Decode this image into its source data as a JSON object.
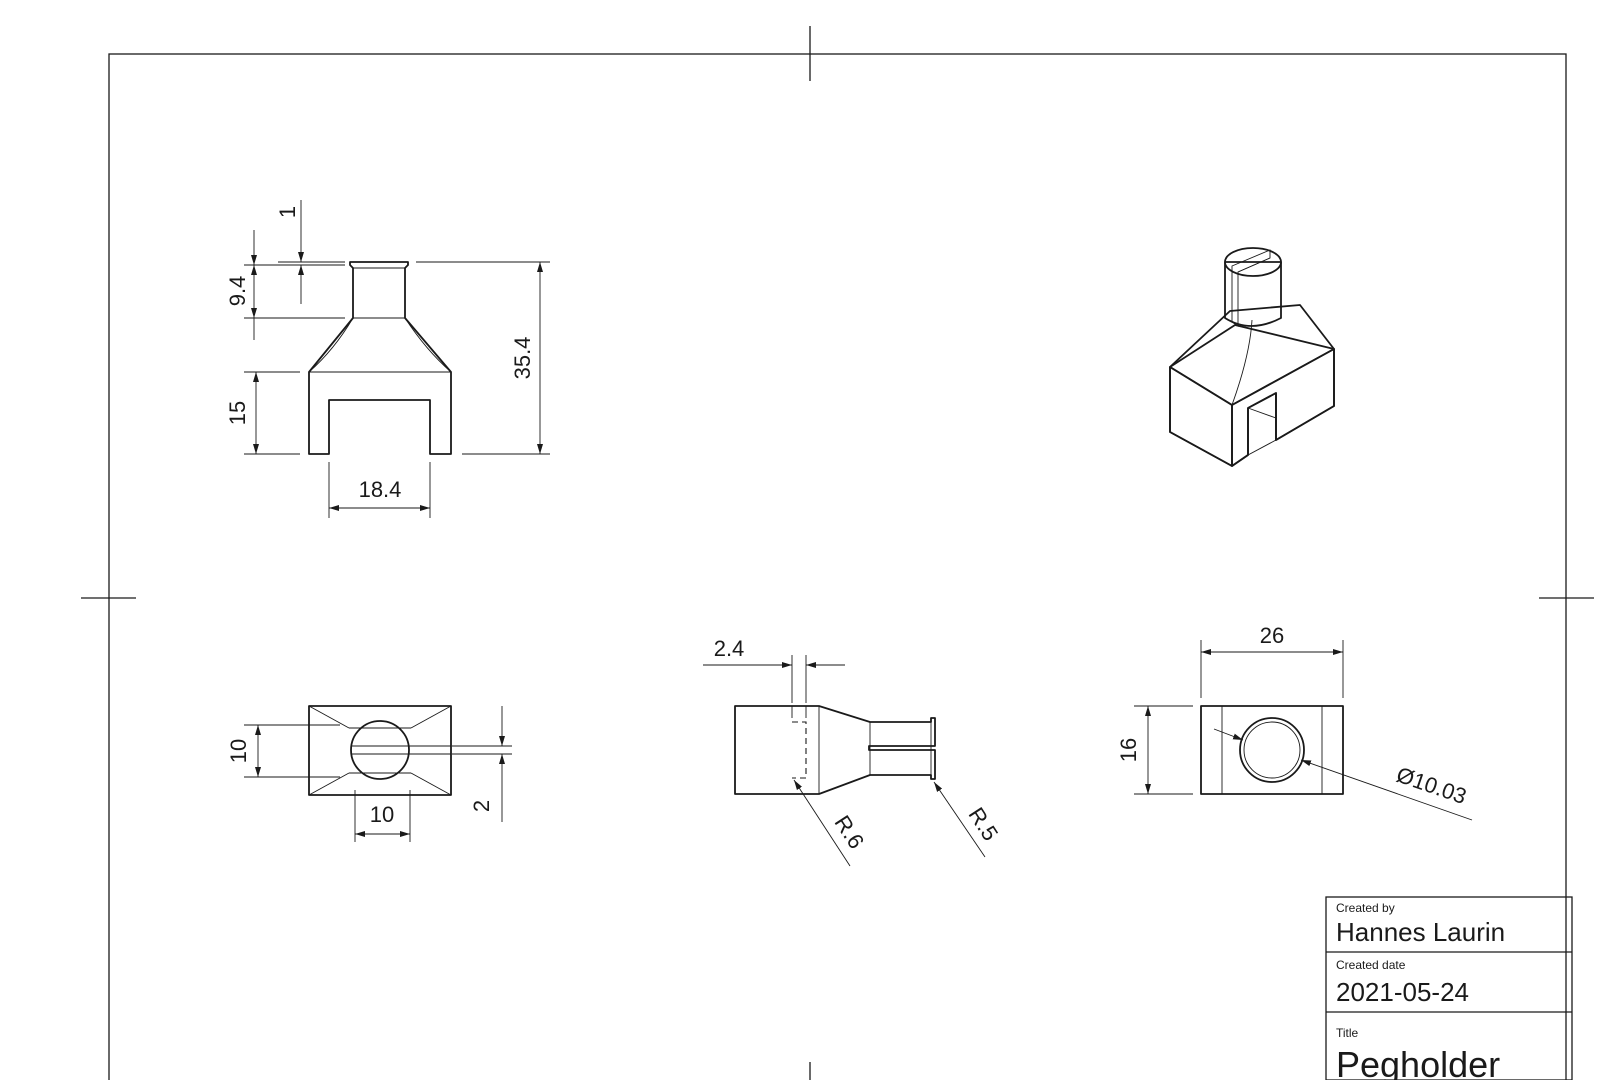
{
  "title_block": {
    "created_by_label": "Created by",
    "created_by": "Hannes Laurin",
    "created_date_label": "Created date",
    "created_date": "2021-05-24",
    "title_label": "Title",
    "title": "Pegholder"
  },
  "front_view": {
    "dim_top": "1",
    "dim_neck": "9.4",
    "dim_leg": "15",
    "dim_total_height": "35.4",
    "dim_slot_width": "18.4"
  },
  "top_view": {
    "dim_height": "10",
    "dim_width": "10",
    "dim_slot": "2"
  },
  "side_view": {
    "dim_wall": "2.4",
    "dim_radius_a": "R.6",
    "dim_radius_b": "R.5"
  },
  "right_view": {
    "dim_width": "26",
    "dim_height": "16",
    "dim_diameter": "Ø10.03"
  },
  "colors": {
    "model_face_light": "#eae6dc",
    "model_face_mid": "#d8d3c6",
    "model_face_dark": "#c7c1b2"
  }
}
